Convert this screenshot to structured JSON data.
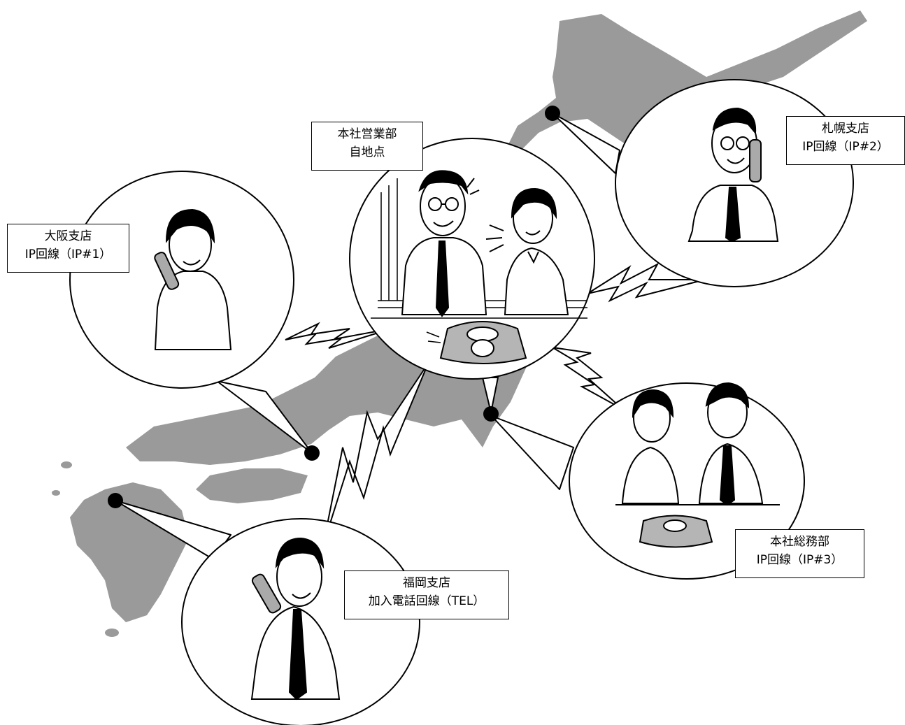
{
  "colors": {
    "land": "#9a9a9a",
    "line": "#000000",
    "bubble": "#ffffff"
  },
  "locations": {
    "hq_sales": {
      "line1": "本社営業部",
      "line2": "自地点"
    },
    "sapporo": {
      "line1": "札幌支店",
      "line2": "IP回線（IP#2）"
    },
    "osaka": {
      "line1": "大阪支店",
      "line2": "IP回線（IP#1）"
    },
    "hq_general": {
      "line1": "本社総務部",
      "line2": "IP回線（IP#3）"
    },
    "fukuoka": {
      "line1": "福岡支店",
      "line2": "加入電話回線（TEL）"
    }
  },
  "icons": {
    "conference_phone": "conference-phone-icon",
    "connection": "lightning-bolt-icon",
    "location_marker": "location-dot-icon"
  }
}
